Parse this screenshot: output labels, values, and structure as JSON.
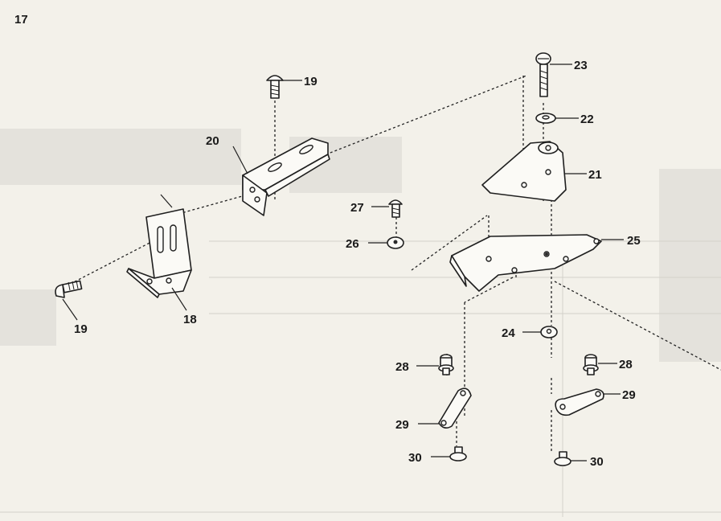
{
  "page": {
    "number": "17"
  },
  "callouts": {
    "c18": "18",
    "c19a": "19",
    "c19b": "19",
    "c20": "20",
    "c21": "21",
    "c22": "22",
    "c23": "23",
    "c24": "24",
    "c25": "25",
    "c26": "26",
    "c27": "27",
    "c28a": "28",
    "c28b": "28",
    "c29a": "29",
    "c29b": "29",
    "c30a": "30",
    "c30b": "30"
  },
  "colors": {
    "ink": "#1f1f1f",
    "paper": "#f3f1ea",
    "watermark": "#e4e2dc"
  }
}
